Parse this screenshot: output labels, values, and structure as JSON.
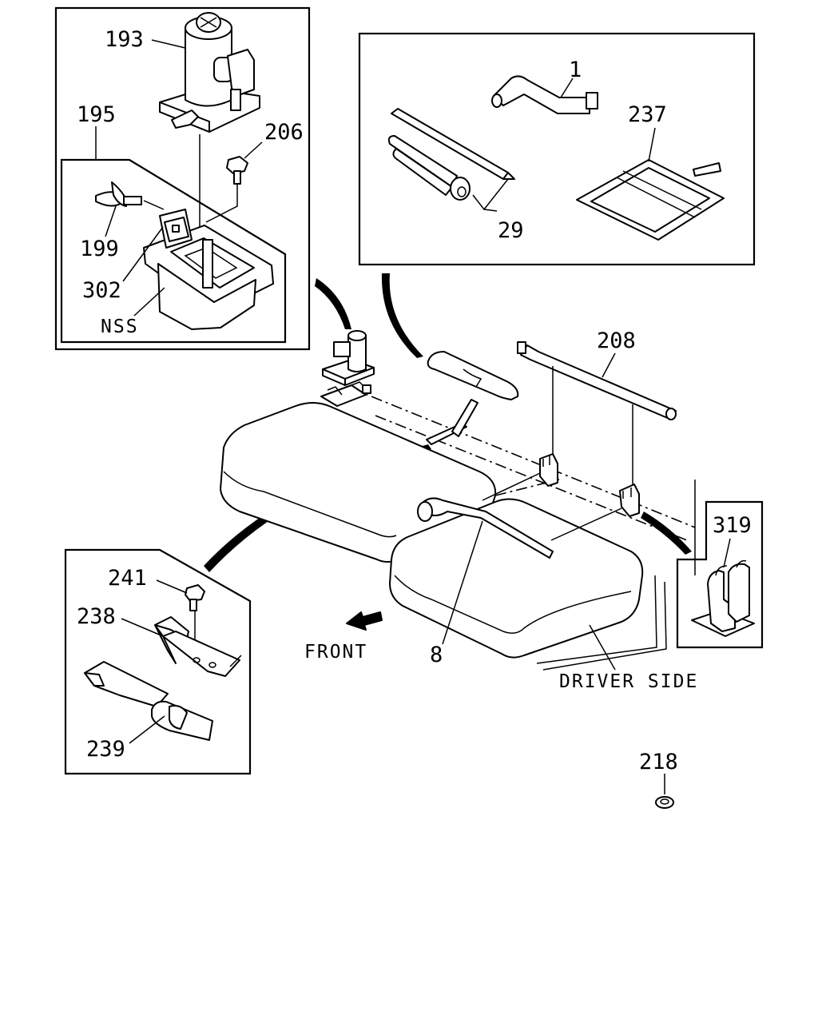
{
  "callouts": {
    "p193": "193",
    "p195": "195",
    "p206": "206",
    "p199": "199",
    "p302": "302",
    "nss": "NSS",
    "p1": "1",
    "p237": "237",
    "p29": "29",
    "p208": "208",
    "p319": "319",
    "p241": "241",
    "p238": "238",
    "p239": "239",
    "front": "FRONT",
    "p8": "8",
    "driver_side": "DRIVER SIDE",
    "p218": "218"
  },
  "colors": {
    "line": "#000000",
    "background": "#ffffff"
  }
}
